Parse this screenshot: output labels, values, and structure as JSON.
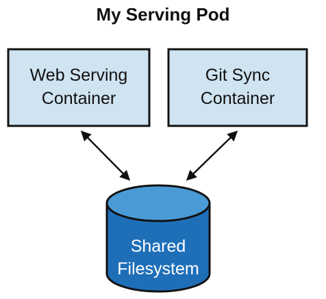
{
  "title": "My Serving Pod",
  "web_container": {
    "line1": "Web Serving",
    "line2": "Container"
  },
  "git_container": {
    "line1": "Git Sync",
    "line2": "Container"
  },
  "filesystem": {
    "line1": "Shared",
    "line2": "Filesystem"
  },
  "colors": {
    "box_fill": "#cfe3f1",
    "box_stroke": "#111111",
    "cylinder_body": "#1f6fb8",
    "cylinder_top": "#4a9ad6",
    "arrow": "#111111"
  }
}
